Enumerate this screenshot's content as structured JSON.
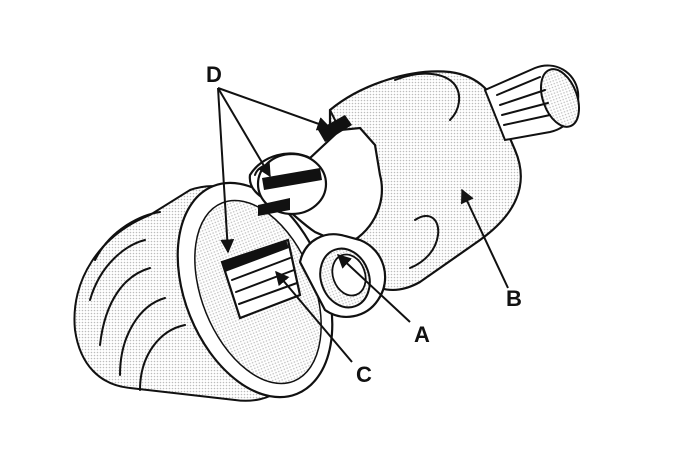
{
  "figure": {
    "callouts": [
      {
        "id": "A",
        "label": "A",
        "part": "joint-ball"
      },
      {
        "id": "B",
        "label": "B",
        "part": "outer-housing"
      },
      {
        "id": "C",
        "label": "C",
        "part": "spider-spline"
      },
      {
        "id": "D",
        "label": "D",
        "part": "alignment-marks"
      }
    ],
    "colors": {
      "ink": "#111111",
      "shade": "#cfcfcf",
      "background": "#ffffff"
    }
  }
}
